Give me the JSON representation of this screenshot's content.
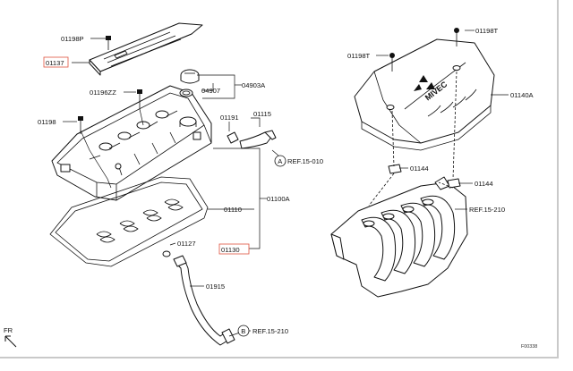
{
  "labels": {
    "p01198P": "01198P",
    "p01137": "01137",
    "p01196ZZ": "01196ZZ",
    "p01198": "01198",
    "p04907": "04907",
    "p04903A": "04903A",
    "p01191": "01191",
    "p01115": "01115",
    "ref15010": "REF.15-010",
    "p01110": "01110",
    "p01100A": "01100A",
    "p01127": "01127",
    "p01130": "01130",
    "p01915": "01915",
    "ref15210b": "REF.15-210",
    "p01198T_r": "01198T",
    "p01198T_l": "01198T",
    "p01140A": "01140A",
    "p01144a": "01144",
    "p01144b": "01144",
    "ref15210r": "REF.15-210",
    "callout_a": "A",
    "callout_b": "B",
    "fr": "FR",
    "figure_id": "F00338",
    "cover_brand": "MIVEC"
  },
  "colors": {
    "highlight_box": "#e0533f",
    "line": "#111111",
    "frame_border": "#c9c9c9"
  }
}
